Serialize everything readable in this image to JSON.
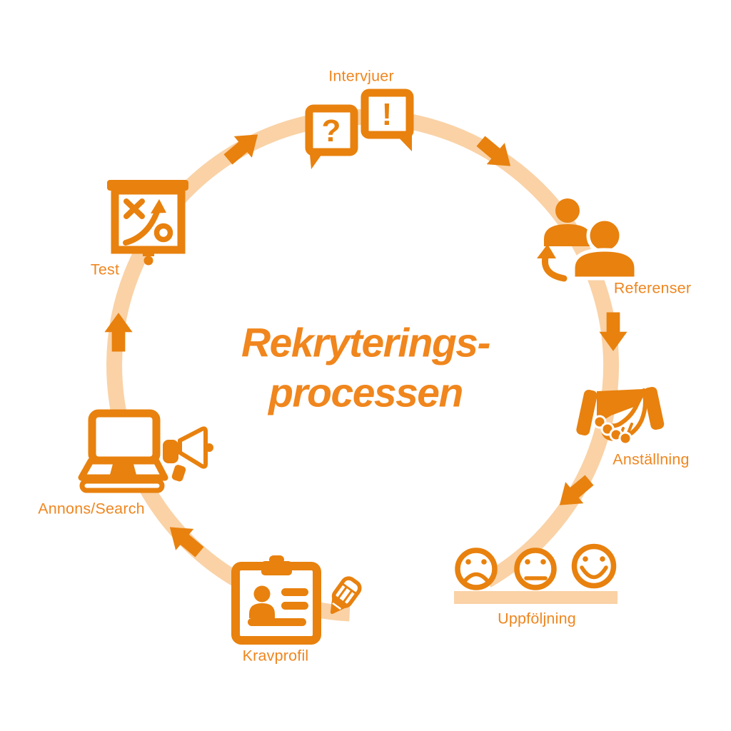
{
  "title": {
    "line1": "Rekryterings-",
    "line2": "processen"
  },
  "colors": {
    "accent": "#E8810E",
    "label_text": "#EF861F",
    "ring": "#FAD2A6"
  },
  "steps": [
    {
      "label": "Intervjuer",
      "icon": "question-exclamation-bubbles-icon",
      "glyph_question": "?",
      "glyph_exclamation": "!"
    },
    {
      "label": "Referenser",
      "icon": "two-people-refresh-icon"
    },
    {
      "label": "Anställning",
      "icon": "handshake-icon"
    },
    {
      "label": "Uppföljning",
      "icon": "smiley-rating-icon"
    },
    {
      "label": "Kravprofil",
      "icon": "clipboard-profile-pencil-icon"
    },
    {
      "label": "Annons/Search",
      "icon": "laptop-megaphone-icon"
    },
    {
      "label": "Test",
      "icon": "strategy-whiteboard-icon"
    }
  ]
}
